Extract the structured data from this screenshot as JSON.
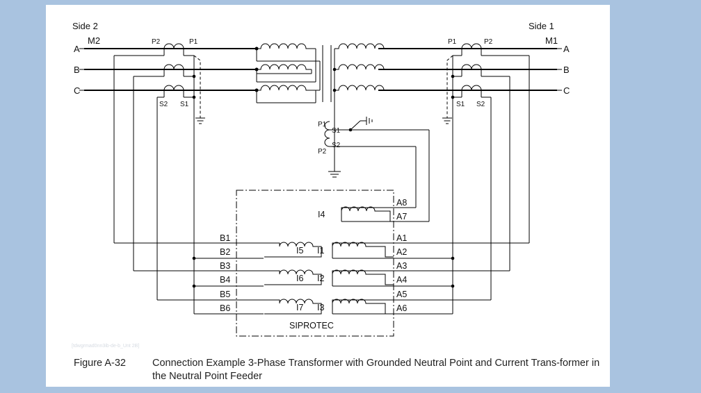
{
  "diagram": {
    "side_left": "Side 2",
    "side_right": "Side 1",
    "meas_left": "M2",
    "meas_right": "M1",
    "phases_left": [
      "A",
      "B",
      "C"
    ],
    "phases_right": [
      "A",
      "B",
      "C"
    ],
    "ct_left": {
      "p2": "P2",
      "p1": "P1",
      "s2": "S2",
      "s1": "S1"
    },
    "ct_right": {
      "p1": "P1",
      "p2": "P2",
      "s1": "S1",
      "s2": "S2"
    },
    "ct_neutral": {
      "p1": "P1",
      "s1": "S1",
      "s2": "S2",
      "p2": "P2"
    },
    "inputs": {
      "i4": "I4",
      "i5": "I5",
      "i6": "I6",
      "i7": "I7",
      "i1": "I1",
      "i2": "I2",
      "i3": "I3"
    },
    "terminals_left": [
      "B1",
      "B2",
      "B3",
      "B4",
      "B5",
      "B6"
    ],
    "terminals_right": [
      "A8",
      "A7",
      "A1",
      "A2",
      "A3",
      "A4",
      "A5",
      "A6"
    ],
    "device": "SIPROTEC",
    "image_ref": "[tdwgrmad0nn3ib-de-b_Unt 2B]"
  },
  "caption": {
    "number": "Figure A-32",
    "text": "Connection Example 3-Phase Transformer with Grounded Neutral Point and Current Trans-former in the Neutral Point Feeder"
  }
}
